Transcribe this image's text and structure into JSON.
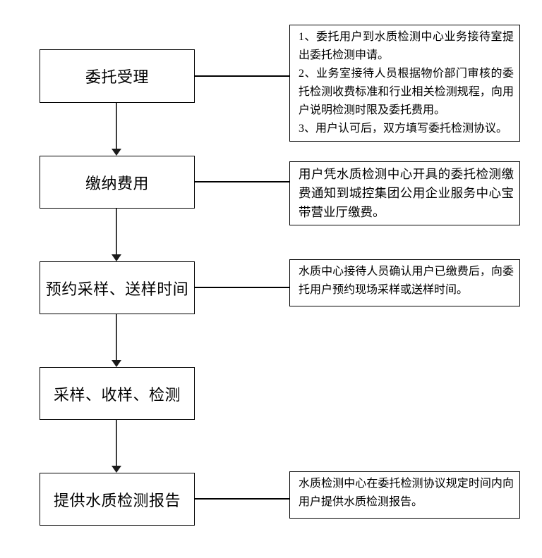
{
  "flowchart": {
    "steps": [
      "委托受理",
      "缴纳费用",
      "预约采样、送样时间",
      "采样、收样、检测",
      "提供水质检测报告"
    ],
    "notes": [
      [
        "1、委托用户到水质检测中心业务接待室提出委托检测申请。",
        "2、业务室接待人员根据物价部门审核的委托检测收费标准和行业相关检测规程，向用户说明检测时限及委托费用。",
        "3、用户认可后，双方填写委托检测协议。"
      ],
      [
        "用户凭水质检测中心开具的委托检测缴费通知到城控集团公用企业服务中心宝带营业厅缴费。"
      ],
      [
        "水质中心接待人员确认用户已缴费后，向委托用户预约现场采样或送样时间。"
      ],
      [
        "水质检测中心在委托检测协议规定时间内向用户提供水质检测报告。"
      ]
    ],
    "colors": {
      "box_border": "#000000",
      "arrow": "#3f3f3f",
      "text": "#000000",
      "background": "#ffffff"
    }
  }
}
